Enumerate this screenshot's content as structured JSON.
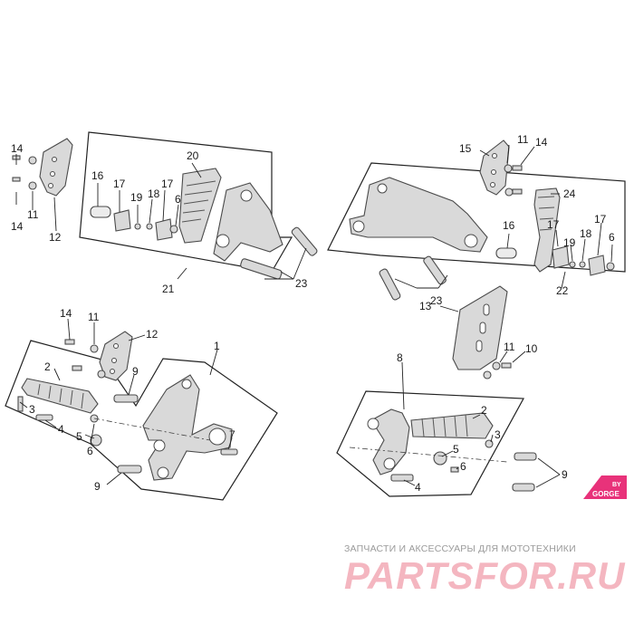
{
  "diagram": {
    "callouts": {
      "c1": "1",
      "c2a": "2",
      "c2b": "2",
      "c3a": "3",
      "c3b": "3",
      "c4a": "4",
      "c4b": "4",
      "c5a": "5",
      "c5b": "5",
      "c6a": "6",
      "c6b": "6",
      "c6c": "6",
      "c6d": "6",
      "c7": "7",
      "c8": "8",
      "c9a": "9",
      "c9b": "9",
      "c9c": "9",
      "c10": "10",
      "c11a": "11",
      "c11b": "11",
      "c11c": "11",
      "c11d": "11",
      "c12a": "12",
      "c12b": "12",
      "c13": "13",
      "c14a": "14",
      "c14b": "14",
      "c14c": "14",
      "c15": "15",
      "c16a": "16",
      "c16b": "16",
      "c17a": "17",
      "c17b": "17",
      "c17c": "17",
      "c17d": "17",
      "c18a": "18",
      "c18b": "18",
      "c19a": "19",
      "c19b": "19",
      "c20": "20",
      "c21": "21",
      "c22": "22",
      "c23a": "23",
      "c23b": "23",
      "c24": "24"
    }
  },
  "badge": {
    "top": "BY",
    "bottom": "GORGE",
    "color": "#e8327a"
  },
  "watermark": {
    "subtitle": "ЗАПЧАСТИ И АКСЕССУАРЫ ДЛЯ МОТОТЕХНИКИ",
    "logo": "PARTSFOR.RU",
    "color": "#f4b6c0"
  }
}
